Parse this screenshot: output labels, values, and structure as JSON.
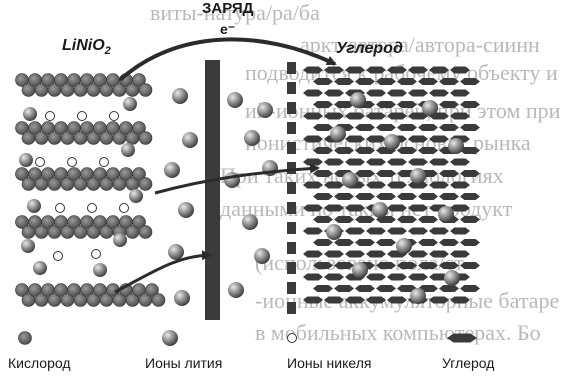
{
  "labels": {
    "charge": "ЗАРЯД",
    "electron": "e⁻",
    "cathode_prefix": "LiNiO",
    "cathode_sub": "2",
    "anode": "Углерод"
  },
  "legend": {
    "oxygen": "Кислород",
    "lithium_ions": "Ионы лития",
    "nickel_ions": "Ионы никеля",
    "carbon": "Углерод"
  },
  "background_text": [
    "виты-натура/ра/ба",
    "аркт-автора/автора-сиинн",
    "подводится к рабочему объекту и",
    "ий-ионных батарей, при этом при",
    "ионистических основах рынка",
    "При таких новых технологиях",
    "данными по таким нет продукт",
    "(использовано пола/ст",
    "-ионные аккумуляторные батаре",
    "в мобильных компьютерах. Бо"
  ],
  "colors": {
    "oxygen": "#6a6a6a",
    "lithium": "#8c8c8c",
    "nickel": "#ffffff",
    "carbon": "#3a3a3a",
    "electrode": "#3b3b3b"
  }
}
